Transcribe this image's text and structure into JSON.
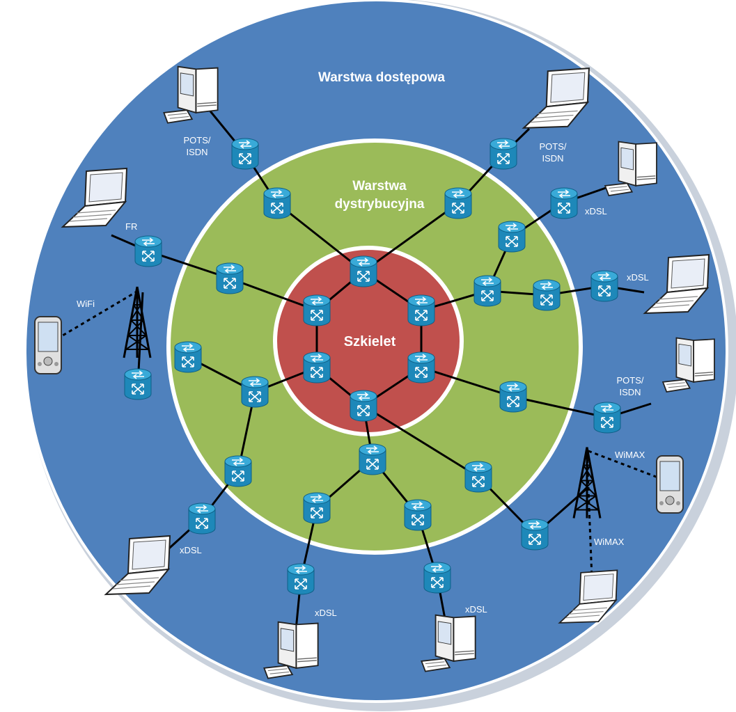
{
  "layers": {
    "access": "Warstwa dostępowa",
    "distribution_line1": "Warstwa",
    "distribution_line2": "dystrybucyjna",
    "core": "Szkielet"
  },
  "labels": {
    "pots_nw_1": "POTS/",
    "pots_nw_2": "ISDN",
    "pots_ne_1": "POTS/",
    "pots_ne_2": "ISDN",
    "pots_e_1": "POTS/",
    "pots_e_2": "ISDN",
    "xdsl_ne": "xDSL",
    "xdsl_e": "xDSL",
    "xdsl_sw": "xDSL",
    "xdsl_s1": "xDSL",
    "xdsl_s2": "xDSL",
    "fr": "FR",
    "wifi": "WiFi",
    "wimax_1": "WiMAX",
    "wimax_2": "WiMAX"
  },
  "colors": {
    "access": "#4f81bd",
    "distribution": "#9bbb59",
    "core": "#c0504d",
    "router": "#2a97c7",
    "link": "#000000"
  }
}
